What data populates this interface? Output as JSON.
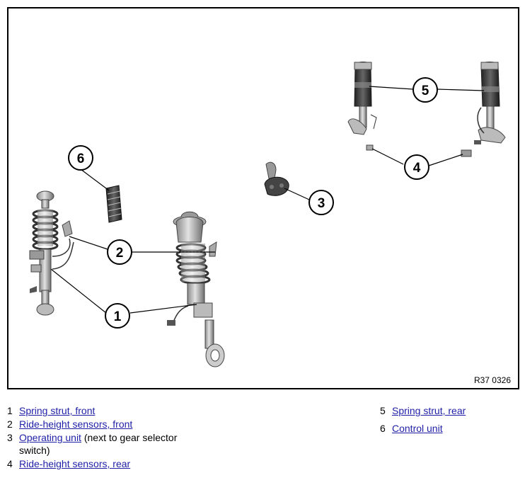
{
  "figure": {
    "code": "R37 0326",
    "callouts": [
      "1",
      "2",
      "3",
      "4",
      "5",
      "6"
    ]
  },
  "legend": {
    "left": [
      {
        "num": "1",
        "link": "Spring strut, front",
        "note": ""
      },
      {
        "num": "2",
        "link": "Ride-height sensors, front",
        "note": ""
      },
      {
        "num": "3",
        "link": "Operating unit",
        "note": " (next to gear selector switch)"
      },
      {
        "num": "4",
        "link": "Ride-height sensors, rear",
        "note": ""
      }
    ],
    "right": [
      {
        "num": "5",
        "link": "Spring strut, rear",
        "note": ""
      },
      {
        "num": "6",
        "link": "Control unit",
        "note": ""
      }
    ]
  },
  "colors": {
    "link": "#1f1fa8",
    "border": "#000000"
  }
}
